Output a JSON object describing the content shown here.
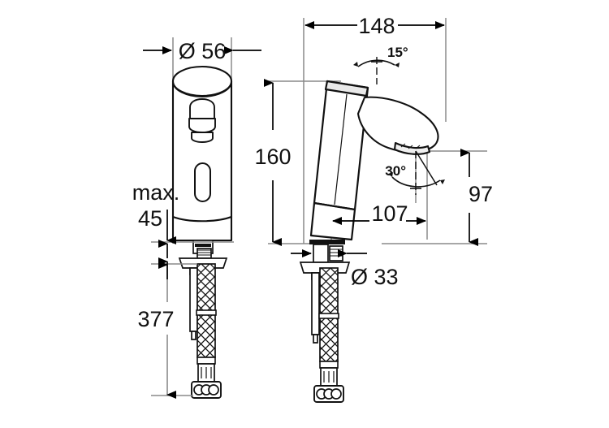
{
  "drawing": {
    "type": "technical-dimension-drawing",
    "subject": "Electronic sensor basin mixer tap",
    "units": "mm",
    "views": [
      {
        "name": "front-view",
        "position": "left"
      },
      {
        "name": "side-view",
        "position": "right"
      }
    ]
  },
  "dimensions": {
    "diameter_top": "Ø 56",
    "max_label": "max.",
    "max_value": "45",
    "hose_length": "377",
    "overall_depth": "148",
    "body_height": "160",
    "spout_reach": "107",
    "spout_height": "97",
    "shank_diameter": "Ø 33",
    "angle_top": "15°",
    "angle_outlet": "30°"
  },
  "colors": {
    "outline": "#111111",
    "extension_line": "#8a8a8a",
    "arrow": "#000000",
    "background": "#ffffff"
  }
}
